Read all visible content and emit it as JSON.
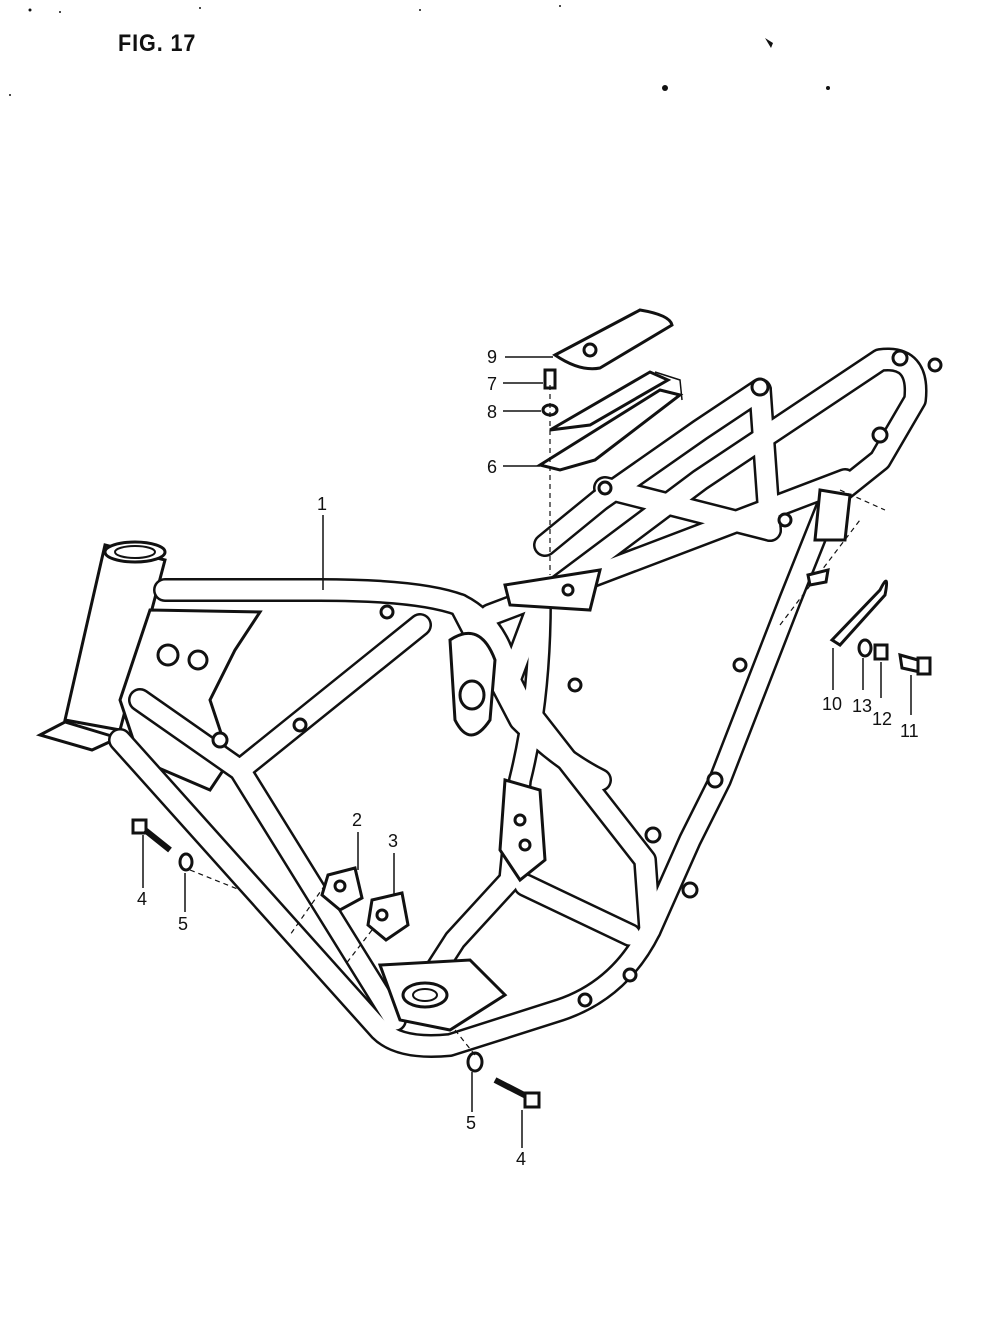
{
  "figure": {
    "title": "FIG. 17"
  },
  "callouts": {
    "c1": "1",
    "c2": "2",
    "c3": "3",
    "c4a": "4",
    "c4b": "4",
    "c5a": "5",
    "c5b": "5",
    "c6": "6",
    "c7": "7",
    "c8": "8",
    "c9": "9",
    "c10": "10",
    "c11": "11",
    "c12": "12",
    "c13": "13"
  }
}
